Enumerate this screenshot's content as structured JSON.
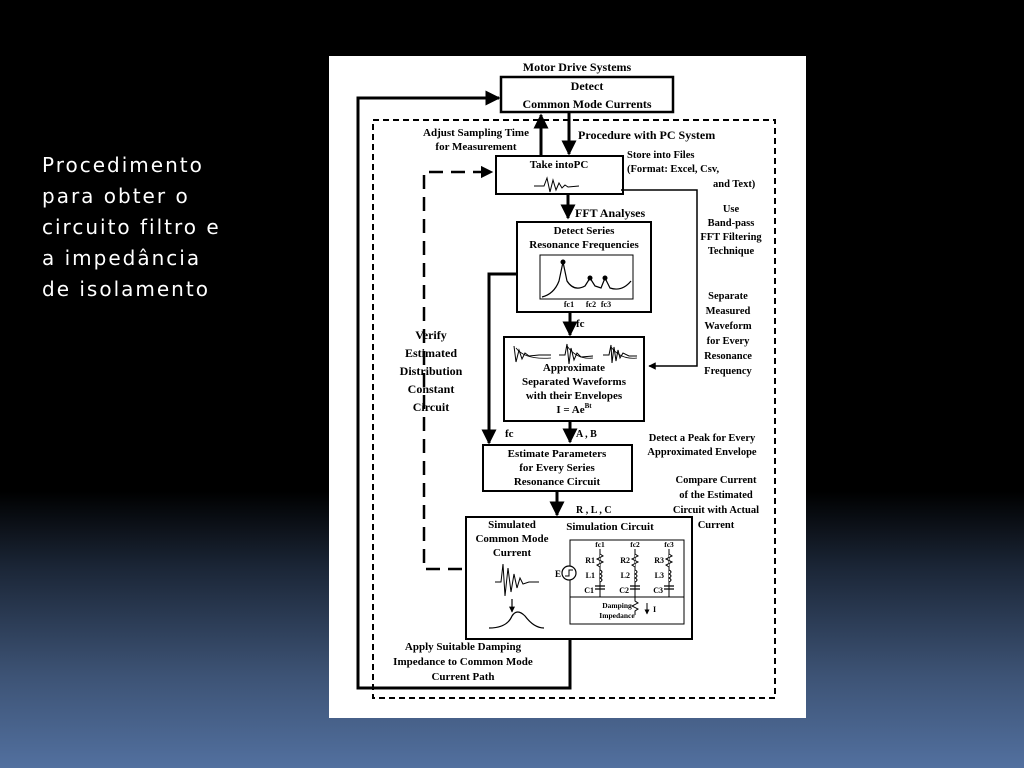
{
  "slide": {
    "title_lines": [
      "Procedimento",
      "para obter o",
      "circuito filtro e",
      "a impedância",
      "de isolamento"
    ]
  },
  "diagram": {
    "top_label": "Motor Drive Systems",
    "detect_box": [
      "Detect",
      "Common Mode Currents"
    ],
    "adjust_sampling": [
      "Adjust Sampling Time",
      "for Measurement"
    ],
    "procedure_label": "Procedure with PC System",
    "take_into_pc": "Take intoPC",
    "store_files": [
      "Store into Files",
      "(Format: Excel, Csv,",
      "and Text)"
    ],
    "fft_analyses": "FFT Analyses",
    "use_bandpass": [
      "Use",
      "Band-pass",
      "FFT Filtering",
      "Technique"
    ],
    "detect_series": [
      "Detect  Series",
      "Resonance Frequencies"
    ],
    "freq_labels": [
      "fc1",
      "fc2",
      "fc3"
    ],
    "fc_label": "fc",
    "separate_label": [
      "Separate",
      "Measured",
      "Waveform",
      "for Every",
      "Resonance",
      "Frequency"
    ],
    "verify_label": [
      "Verify",
      "Estimated",
      "Distribution",
      "Constant",
      "Circuit"
    ],
    "approximate_box": [
      "Approximate",
      "Separated Waveforms",
      "with their Envelopes"
    ],
    "approx_formula_base": "I = Ae",
    "approx_formula_exp": "Bt",
    "fc_left_label": "fc",
    "ab_label": "A , B",
    "detect_peak": [
      "Detect  a Peak for Every",
      "Approximated Envelope"
    ],
    "estimate_box": [
      "Estimate Parameters",
      "for Every  Series",
      "Resonance Circuit"
    ],
    "compare_label": [
      "Compare Current",
      "of the Estimated",
      "Circuit with Actual",
      "Current"
    ],
    "rlc_label": "R , L , C",
    "simulated_label": [
      "Simulated",
      "Common Mode",
      "Current"
    ],
    "simulation_circuit": "Simulation Circuit",
    "circuit_fc_labels": [
      "fc1",
      "fc2",
      "fc3"
    ],
    "circuit_r_labels": [
      "R1",
      "R2",
      "R3"
    ],
    "circuit_l_labels": [
      "L1",
      "L2",
      "L3"
    ],
    "circuit_c_labels": [
      "C1",
      "C2",
      "C3"
    ],
    "source_label": "E",
    "damping_label": [
      "Damping",
      "Impedance"
    ],
    "current_label": "I",
    "apply_label": [
      "Apply  Suitable Damping",
      "Impedance to Common Mode",
      "Current Path"
    ]
  }
}
